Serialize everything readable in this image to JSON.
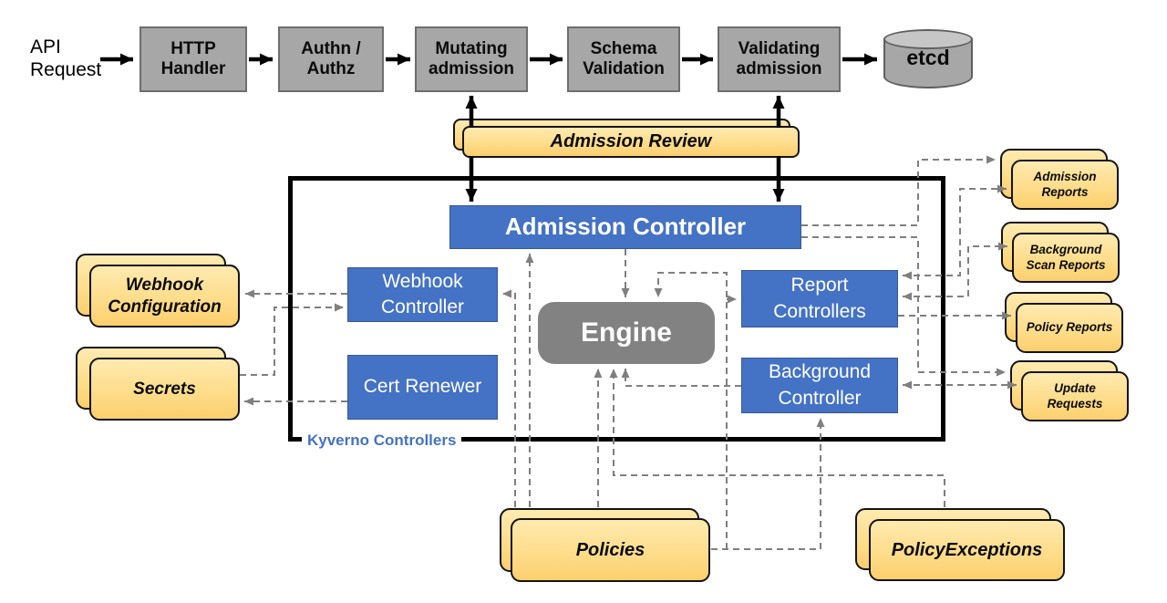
{
  "pipeline": {
    "api_request_label": "API Request",
    "stages": [
      "HTTP Handler",
      "Authn / Authz",
      "Mutating admission",
      "Schema Validation",
      "Validating admission"
    ],
    "datastore_label": "etcd"
  },
  "admission_review_label": "Admission Review",
  "kyverno_box_label": "Kyverno Controllers",
  "controllers": {
    "admission": "Admission Controller",
    "webhook": "Webhook Controller",
    "cert_renewer": "Cert Renewer",
    "engine": "Engine",
    "report": "Report Controllers",
    "background": "Background Controller"
  },
  "resources": {
    "webhook_configuration": "Webhook Configuration",
    "secrets": "Secrets",
    "admission_reports": "Admission Reports",
    "background_scan_reports": "Background Scan Reports",
    "policy_reports": "Policy Reports",
    "update_requests": "Update Requests",
    "policies": "Policies",
    "policy_exceptions": "PolicyExceptions"
  },
  "colors": {
    "controller_blue": "#4472C4",
    "engine_gray": "#828282",
    "stage_gray": "#A7A7A7",
    "resource_yellow_top": "#FFEAB0",
    "resource_yellow_bottom": "#FCCF6E",
    "kyverno_label_blue": "#4472C4",
    "dashed_line_gray": "#7F7F7F",
    "solid_line_black": "#000000"
  }
}
